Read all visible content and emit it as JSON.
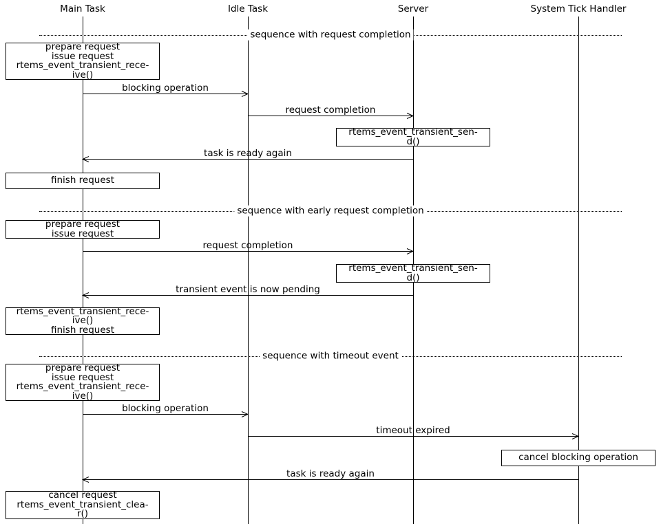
{
  "participants": [
    {
      "label": "Main Task"
    },
    {
      "label": "Idle Task"
    },
    {
      "label": "Server"
    },
    {
      "label": "System Tick Handler"
    }
  ],
  "dividers": [
    {
      "label": "sequence with request completion"
    },
    {
      "label": "sequence with early request completion"
    },
    {
      "label": "sequence with timeout event"
    }
  ],
  "notes": [
    {
      "on": "Main Task",
      "text": "prepare request\nissue request\nrtems_event_transient_rece-\nive()"
    },
    {
      "on": "Server",
      "text": "rtems_event_transient_sen-\nd()"
    },
    {
      "on": "Main Task",
      "text": "finish request"
    },
    {
      "on": "Main Task",
      "text": "prepare request\nissue request"
    },
    {
      "on": "Server",
      "text": "rtems_event_transient_sen-\nd()"
    },
    {
      "on": "Main Task",
      "text": "rtems_event_transient_rece-\nive()\nfinish request"
    },
    {
      "on": "Main Task",
      "text": "prepare request\nissue request\nrtems_event_transient_rece-\nive()"
    },
    {
      "on": "System Tick Handler",
      "text": "cancel blocking operation"
    },
    {
      "on": "Main Task",
      "text": "cancel request\nrtems_event_transient_clea-\nr()"
    }
  ],
  "messages": [
    {
      "label": "blocking operation",
      "from": "Main Task",
      "to": "Idle Task"
    },
    {
      "label": "request completion",
      "from": "Idle Task",
      "to": "Server"
    },
    {
      "label": "task is ready again",
      "from": "Server",
      "to": "Main Task"
    },
    {
      "label": "request completion",
      "from": "Main Task",
      "to": "Server"
    },
    {
      "label": "transient event is now pending",
      "from": "Server",
      "to": "Main Task"
    },
    {
      "label": "blocking operation",
      "from": "Main Task",
      "to": "Idle Task"
    },
    {
      "label": "timeout expired",
      "from": "Idle Task",
      "to": "System Tick Handler"
    },
    {
      "label": "task is ready again",
      "from": "System Tick Handler",
      "to": "Main Task"
    }
  ],
  "colors": {
    "line": "#000000",
    "background": "#ffffff"
  }
}
